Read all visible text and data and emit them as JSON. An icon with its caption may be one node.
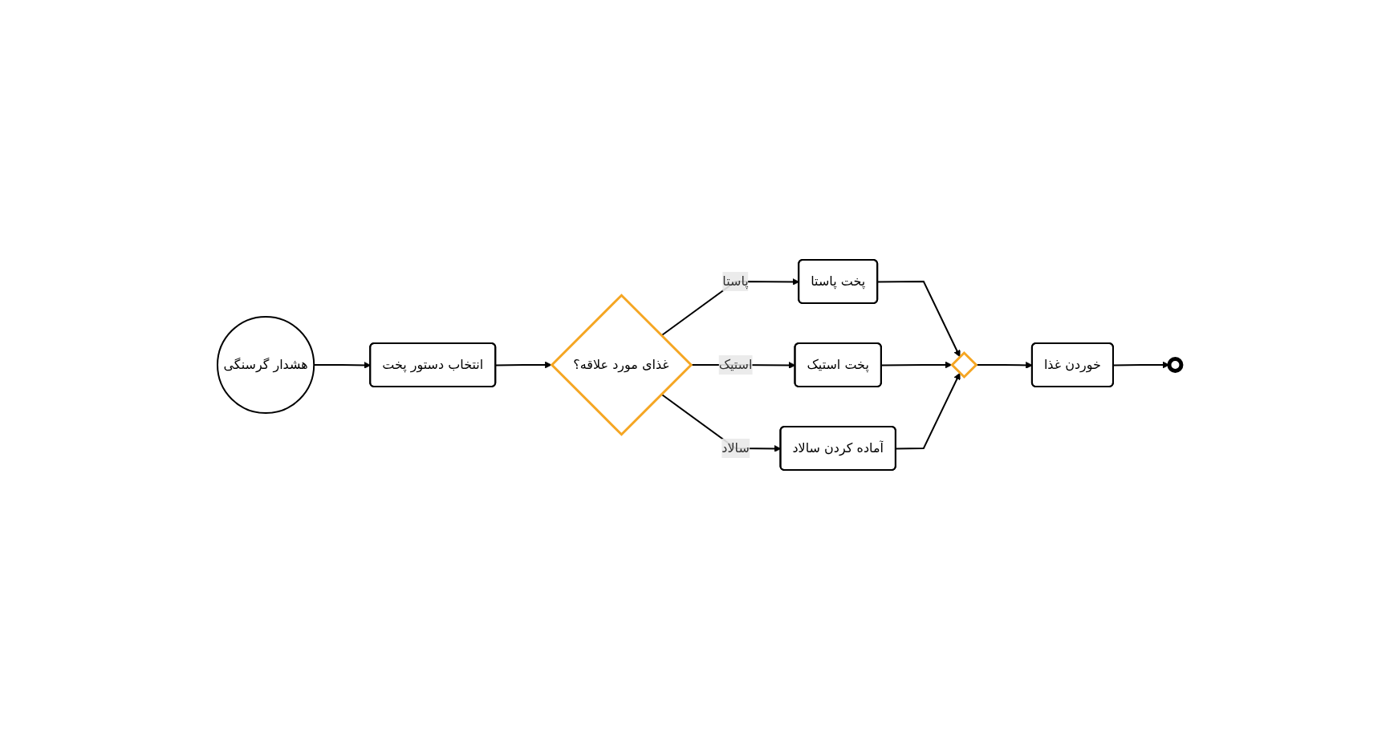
{
  "diagram": {
    "nodes": [
      {
        "text": [
          "هشدار گرسنگی"
        ]
      },
      {
        "text": [
          "انتخاب دستور پخت"
        ]
      },
      {
        "text": [
          "غذای مورد علاقه؟"
        ]
      },
      {
        "text": [
          "پخت پاستا"
        ]
      },
      {
        "text": [
          "پخت استیک"
        ]
      },
      {
        "text": [
          "آماده کردن سالاد"
        ]
      },
      {
        "text": [],
        "shape": "diamond"
      },
      {
        "text": [
          "خوردن غذا"
        ]
      },
      {
        "text": [],
        "shape": "circle"
      }
    ],
    "edges": [
      {
        "from": 0,
        "to": 1,
        "arrow": "to"
      },
      {
        "from": 1,
        "to": 2,
        "arrow": "to"
      },
      {
        "from": 2,
        "to": 3,
        "arrow": "to",
        "label": "پاستا"
      },
      {
        "from": 2,
        "to": 4,
        "arrow": "to",
        "label": "استیک"
      },
      {
        "from": 2,
        "to": 5,
        "arrow": "to",
        "label": "سالاد"
      },
      {
        "from": 3,
        "to": 6,
        "arrow": "to"
      },
      {
        "from": 4,
        "to": 6,
        "arrow": "to"
      },
      {
        "from": 5,
        "to": 6,
        "arrow": "to"
      },
      {
        "from": 6,
        "to": 7,
        "arrow": "to"
      },
      {
        "from": 7,
        "to": 8,
        "arrow": "to"
      }
    ]
  }
}
